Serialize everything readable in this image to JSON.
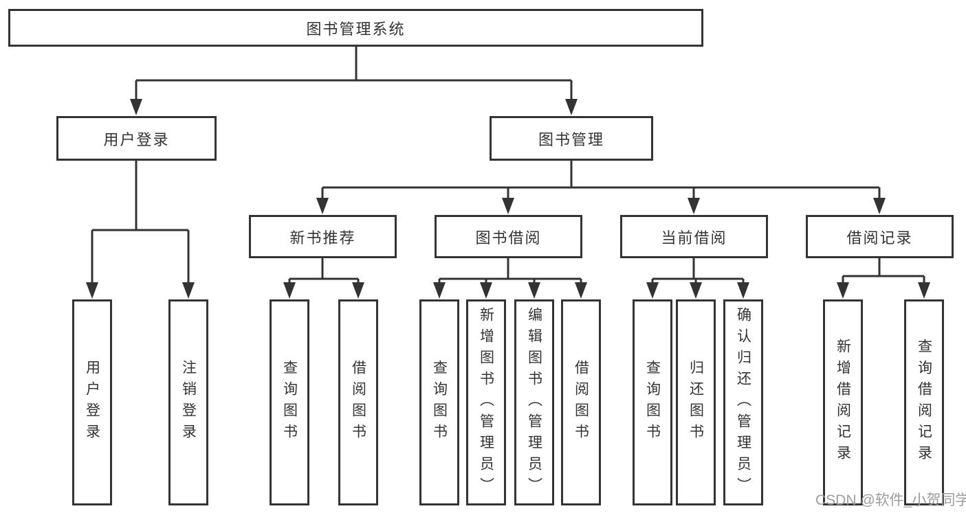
{
  "diagram": {
    "type": "tree",
    "colors": {
      "line": "#333333",
      "border": "#333333",
      "text": "#333333",
      "box_fill": "#ffffff",
      "background": "#ffffff",
      "watermark": "#9c9c9c"
    },
    "tree": {
      "label": "图书管理系统",
      "children": [
        {
          "label": "用户登录",
          "children": [
            {
              "label": "用户登录"
            },
            {
              "label": "注销登录"
            }
          ]
        },
        {
          "label": "图书管理",
          "children": [
            {
              "label": "新书推荐",
              "children": [
                {
                  "label": "查询图书"
                },
                {
                  "label": "借阅图书"
                }
              ]
            },
            {
              "label": "图书借阅",
              "children": [
                {
                  "label": "查询图书"
                },
                {
                  "label": "新增图书（管理员）"
                },
                {
                  "label": "编辑图书（管理员）"
                },
                {
                  "label": "借阅图书"
                }
              ]
            },
            {
              "label": "当前借阅",
              "children": [
                {
                  "label": "查询图书"
                },
                {
                  "label": "归还图书"
                },
                {
                  "label": "确认归还（管理员）"
                }
              ]
            },
            {
              "label": "借阅记录",
              "children": [
                {
                  "label": "新增借阅记录"
                },
                {
                  "label": "查询借阅记录"
                }
              ]
            }
          ]
        }
      ]
    },
    "watermark": {
      "text": "CSDN @软件_小贺同学"
    }
  }
}
